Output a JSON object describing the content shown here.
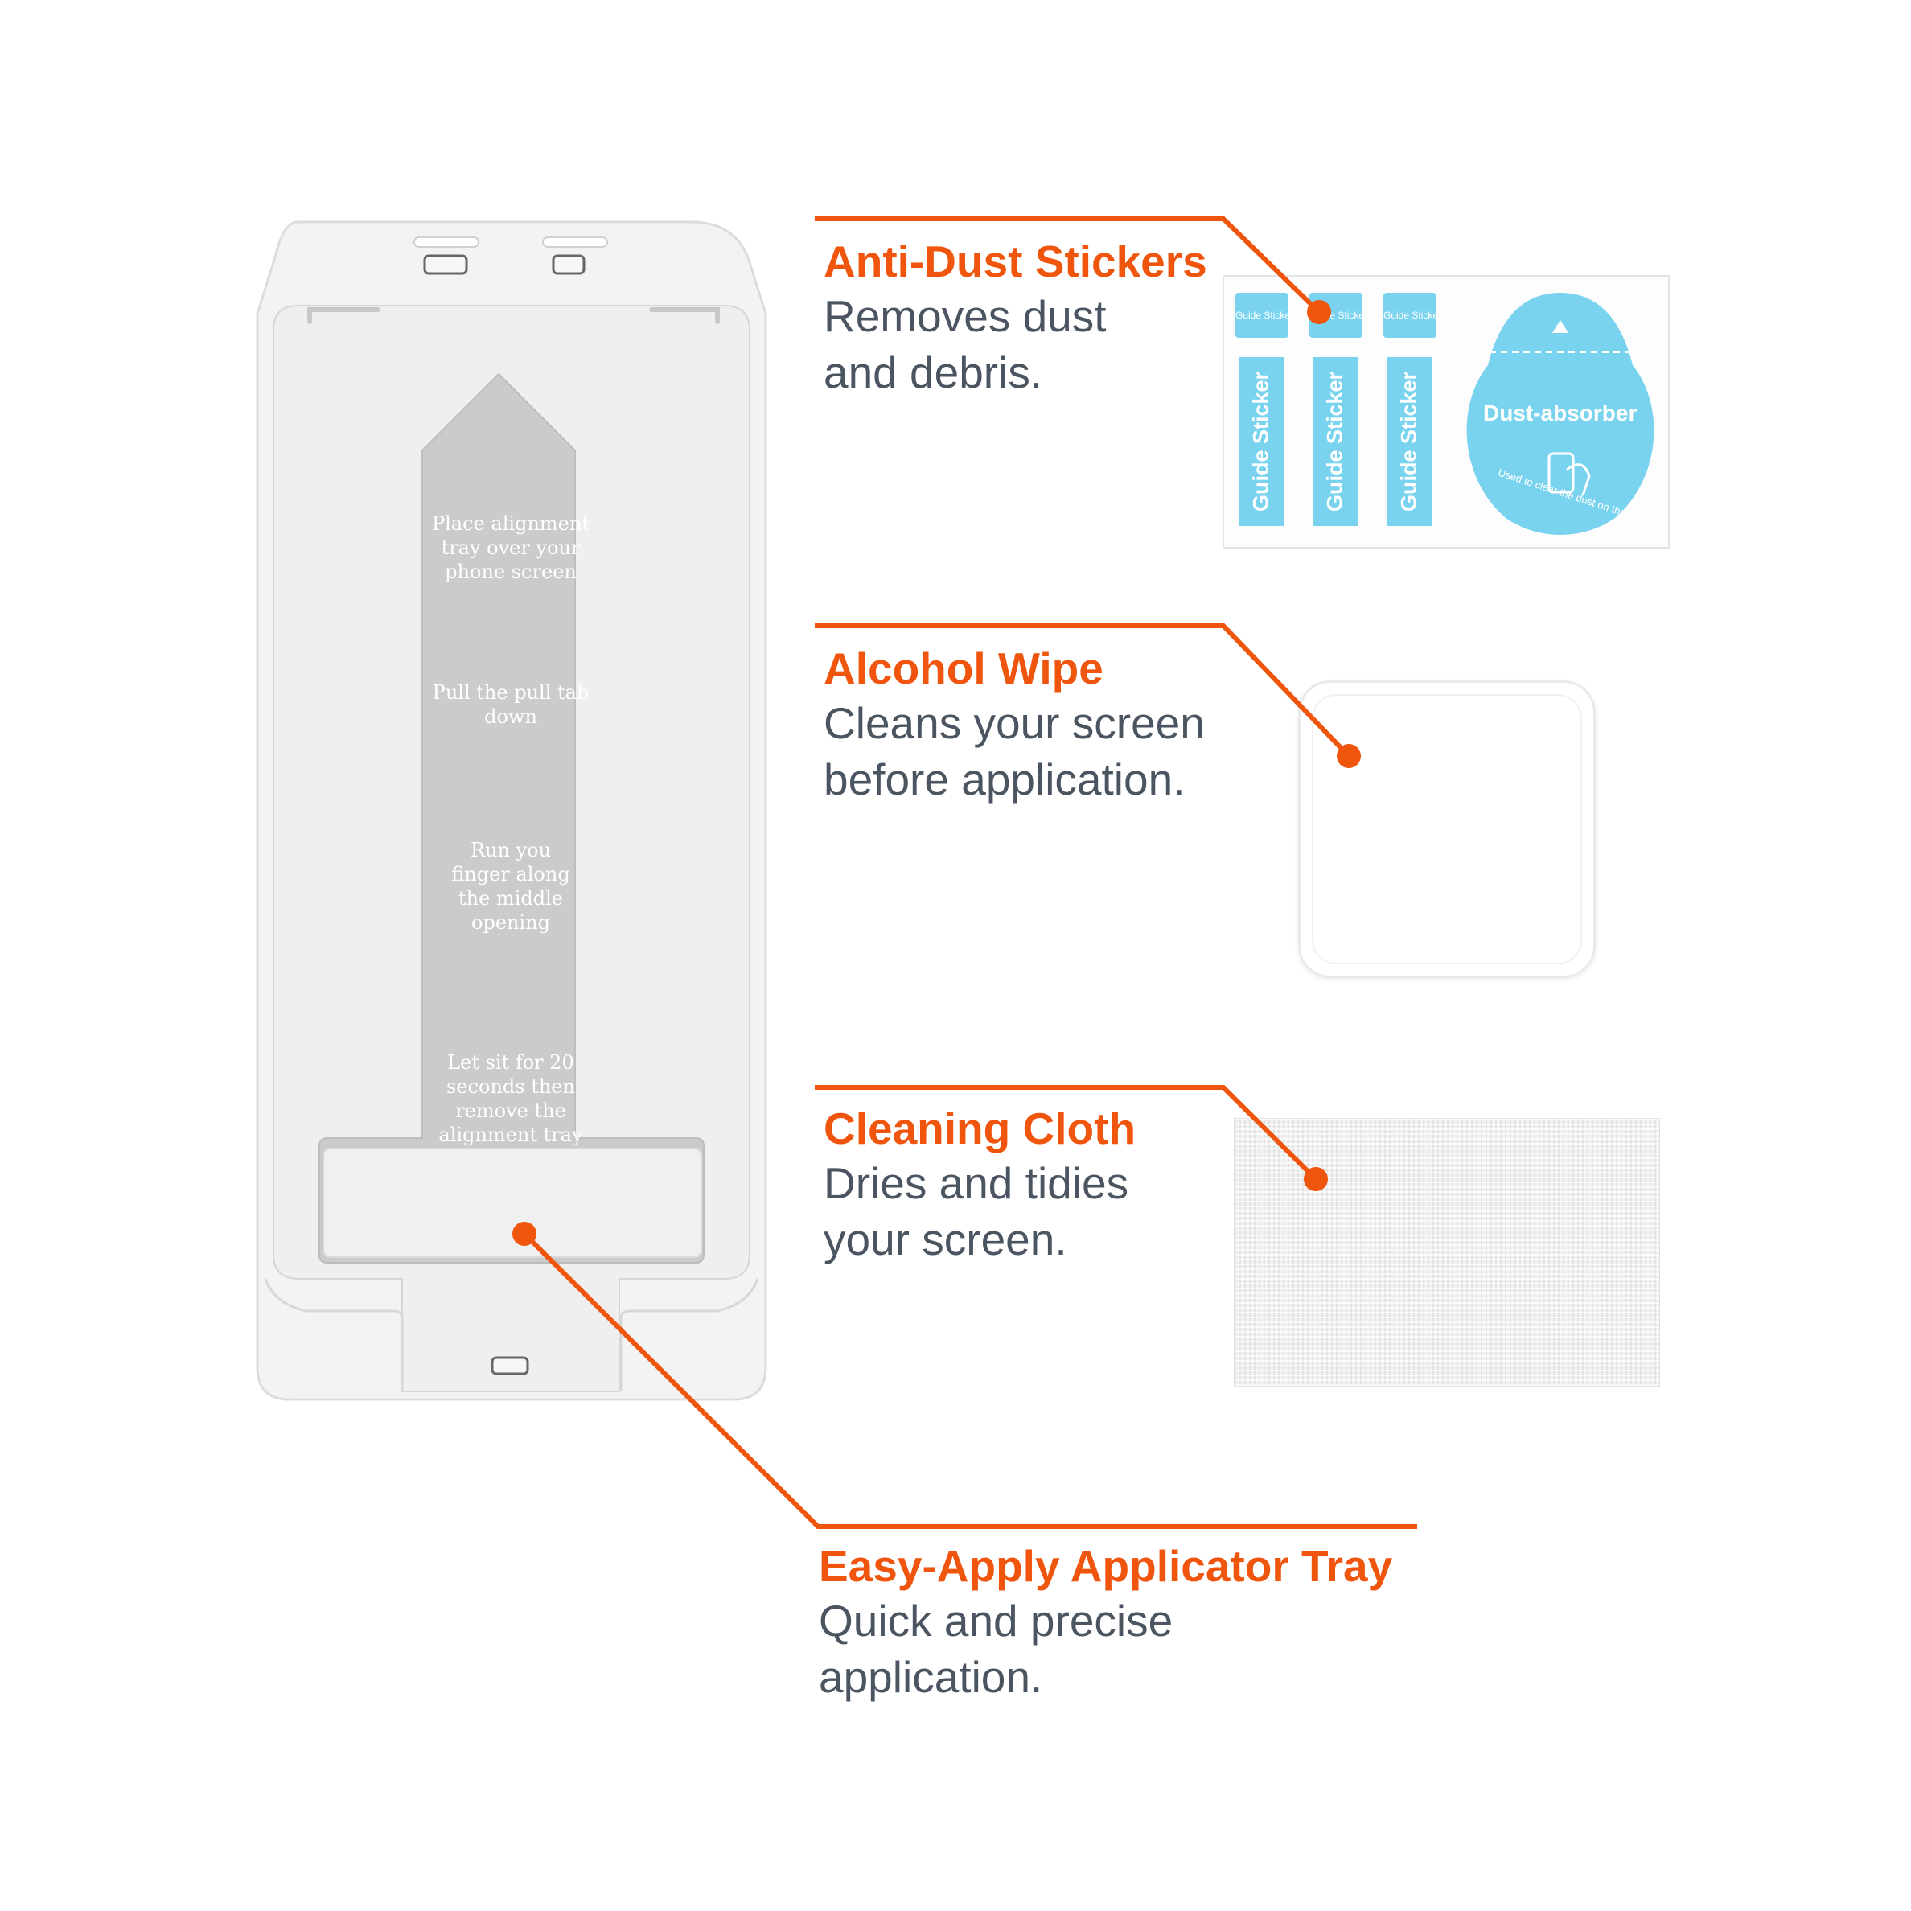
{
  "colors": {
    "accent": "#f0550e",
    "body_text": "#4a5561",
    "sticker_blue": "#7ad3ee",
    "tray_fill": "#c9c9c9"
  },
  "tray": {
    "instructions": [
      "Place alignment tray over your phone screen",
      "Pull the pull tab down",
      "Run you finger along the middle opening",
      "Let sit for 20 seconds then remove the alignment tray"
    ]
  },
  "callouts": {
    "anti_dust": {
      "title": "Anti-Dust Stickers",
      "desc_lines": [
        "Removes dust",
        "and debris."
      ]
    },
    "alcohol_wipe": {
      "title": "Alcohol Wipe",
      "desc_lines": [
        "Cleans your screen",
        "before application."
      ]
    },
    "cleaning_cloth": {
      "title": "Cleaning Cloth",
      "desc_lines": [
        "Dries and tidies",
        "your screen."
      ]
    },
    "applicator_tray": {
      "title": "Easy-Apply Applicator Tray",
      "desc_lines": [
        "Quick and precise",
        "application."
      ]
    }
  },
  "sticker_sheet": {
    "tab_label": "Guide Sticker",
    "strip_label": "Guide Sticker",
    "dust_absorber_label": "Dust-absorber",
    "dust_absorber_caption": "Used to clear the dust on the screen."
  }
}
